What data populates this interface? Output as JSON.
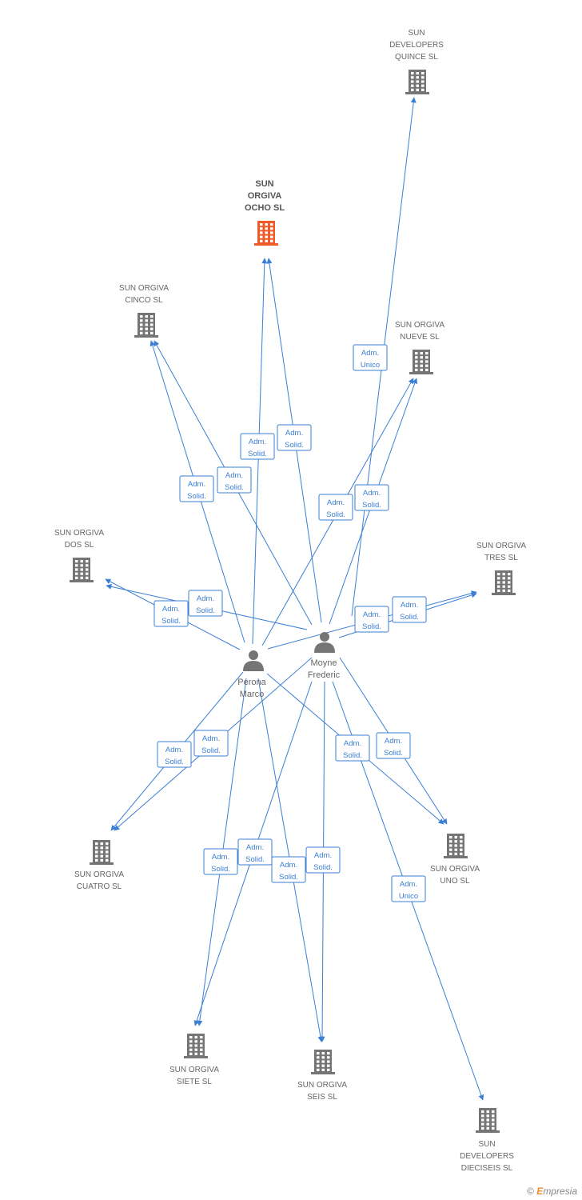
{
  "people": [
    {
      "id": "perona",
      "label": [
        "Perona",
        "Marco"
      ]
    },
    {
      "id": "moyne",
      "label": [
        "Moyne",
        "Frederic"
      ]
    }
  ],
  "companies": [
    {
      "id": "quince",
      "label": [
        "SUN",
        "DEVELOPERS",
        "QUINCE SL"
      ],
      "focus": false
    },
    {
      "id": "ocho",
      "label": [
        "SUN",
        "ORGIVA",
        "OCHO SL"
      ],
      "focus": true
    },
    {
      "id": "cinco",
      "label": [
        "SUN ORGIVA",
        "CINCO SL"
      ],
      "focus": false
    },
    {
      "id": "nueve",
      "label": [
        "SUN ORGIVA",
        "NUEVE SL"
      ],
      "focus": false
    },
    {
      "id": "dos",
      "label": [
        "SUN ORGIVA",
        "DOS SL"
      ],
      "focus": false
    },
    {
      "id": "tres",
      "label": [
        "SUN ORGIVA",
        "TRES SL"
      ],
      "focus": false
    },
    {
      "id": "cuatro",
      "label": [
        "SUN ORGIVA",
        "CUATRO SL"
      ],
      "focus": false
    },
    {
      "id": "uno",
      "label": [
        "SUN ORGIVA",
        "UNO SL"
      ],
      "focus": false
    },
    {
      "id": "siete",
      "label": [
        "SUN ORGIVA",
        "SIETE SL"
      ],
      "focus": false
    },
    {
      "id": "seis",
      "label": [
        "SUN ORGIVA",
        "SEIS SL"
      ],
      "focus": false
    },
    {
      "id": "dieciseis",
      "label": [
        "SUN",
        "DEVELOPERS",
        "DIECISEIS SL"
      ],
      "focus": false
    }
  ],
  "edges": [
    {
      "from": "moyne",
      "to": "quince",
      "label": [
        "Adm.",
        "Unico"
      ]
    },
    {
      "from": "perona",
      "to": "ocho",
      "label": [
        "Adm.",
        "Solid."
      ]
    },
    {
      "from": "moyne",
      "to": "ocho",
      "label": [
        "Adm.",
        "Solid."
      ]
    },
    {
      "from": "perona",
      "to": "cinco",
      "label": [
        "Adm.",
        "Solid."
      ]
    },
    {
      "from": "moyne",
      "to": "cinco",
      "label": [
        "Adm.",
        "Solid."
      ]
    },
    {
      "from": "perona",
      "to": "nueve",
      "label": [
        "Adm.",
        "Solid."
      ]
    },
    {
      "from": "moyne",
      "to": "nueve",
      "label": [
        "Adm.",
        "Solid."
      ]
    },
    {
      "from": "perona",
      "to": "dos",
      "label": [
        "Adm.",
        "Solid."
      ]
    },
    {
      "from": "moyne",
      "to": "dos",
      "label": [
        "Adm.",
        "Solid."
      ]
    },
    {
      "from": "perona",
      "to": "tres",
      "label": [
        "Adm.",
        "Solid."
      ]
    },
    {
      "from": "moyne",
      "to": "tres",
      "label": [
        "Adm.",
        "Solid."
      ]
    },
    {
      "from": "perona",
      "to": "cuatro",
      "label": [
        "Adm.",
        "Solid."
      ]
    },
    {
      "from": "moyne",
      "to": "cuatro",
      "label": [
        "Adm.",
        "Solid."
      ]
    },
    {
      "from": "perona",
      "to": "uno",
      "label": [
        "Adm.",
        "Solid."
      ]
    },
    {
      "from": "moyne",
      "to": "uno",
      "label": [
        "Adm.",
        "Solid."
      ]
    },
    {
      "from": "perona",
      "to": "siete",
      "label": [
        "Adm.",
        "Solid."
      ]
    },
    {
      "from": "moyne",
      "to": "siete",
      "label": [
        "Adm.",
        "Solid."
      ]
    },
    {
      "from": "perona",
      "to": "seis",
      "label": [
        "Adm.",
        "Solid."
      ]
    },
    {
      "from": "moyne",
      "to": "seis",
      "label": [
        "Adm.",
        "Solid."
      ]
    },
    {
      "from": "moyne",
      "to": "dieciseis",
      "label": [
        "Adm.",
        "Unico"
      ]
    }
  ],
  "colors": {
    "edge": "#3a7fd5",
    "company": "#757575",
    "focus_company": "#f05a28",
    "person": "#757575"
  },
  "brand": {
    "symbol": "©",
    "initial": "E",
    "rest": "mpresia"
  }
}
